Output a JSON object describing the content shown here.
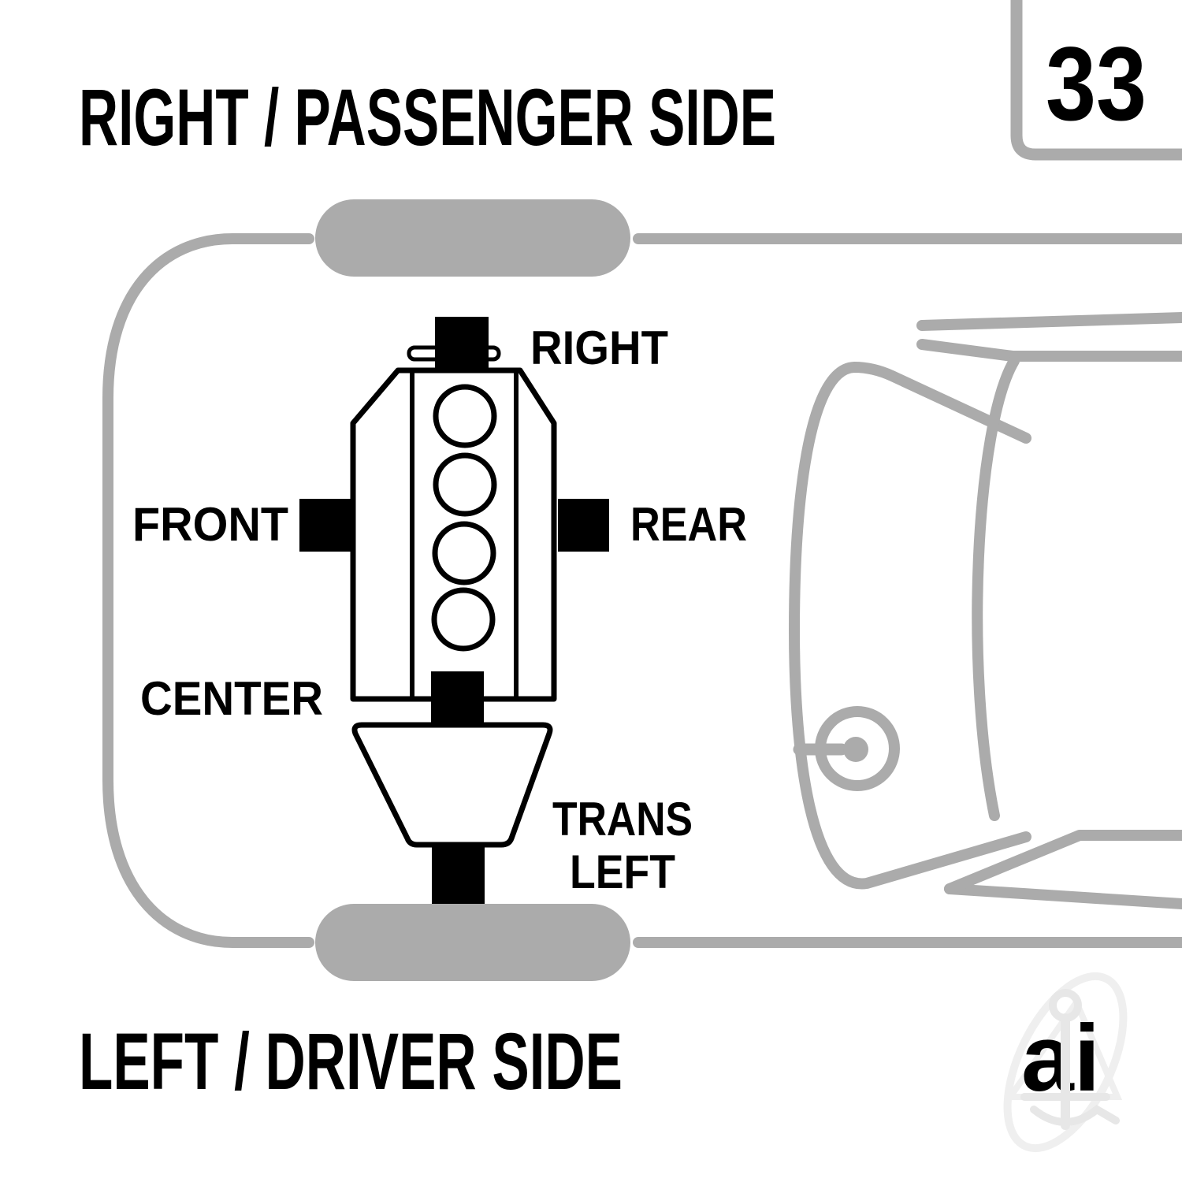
{
  "page": {
    "kind": "engine-mount-location-diagram",
    "page_number": "33",
    "top_side_label": "RIGHT / PASSENGER SIDE",
    "bottom_side_label": "LEFT / DRIVER SIDE"
  },
  "mount_labels": {
    "right": "RIGHT",
    "front": "FRONT",
    "rear": "REAR",
    "center": "CENTER",
    "trans_line1": "TRANS",
    "trans_line2": "LEFT"
  },
  "watermark": {
    "letters": "ai"
  },
  "colors": {
    "car_outline_gray": "#ababab",
    "diagram_black": "#000000",
    "watermark_gray": "#e7e7e7",
    "watermark_light_gray": "#efefef",
    "background": "#ffffff"
  }
}
